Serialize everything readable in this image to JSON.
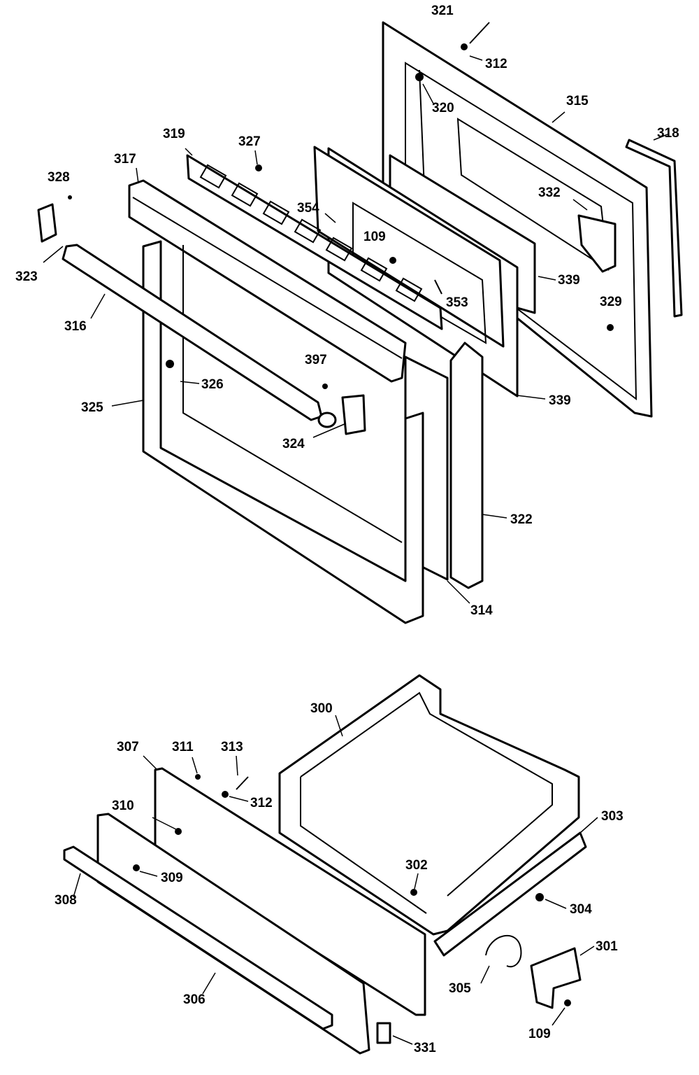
{
  "diagram": {
    "type": "exploded-parts-view",
    "groups": [
      {
        "name": "oven-door",
        "callouts": [
          "321",
          "312",
          "320",
          "315",
          "318",
          "319",
          "327",
          "317",
          "328",
          "354",
          "109",
          "332",
          "323",
          "316",
          "339",
          "329",
          "353",
          "326",
          "397",
          "325",
          "324",
          "339",
          "322",
          "314"
        ]
      },
      {
        "name": "storage-drawer",
        "callouts": [
          "300",
          "307",
          "311",
          "313",
          "312",
          "310",
          "303",
          "308",
          "309",
          "302",
          "304",
          "301",
          "305",
          "306",
          "109",
          "331"
        ]
      }
    ]
  },
  "labels": {
    "l321": "321",
    "l312a": "312",
    "l320": "320",
    "l315": "315",
    "l318": "318",
    "l319": "319",
    "l327": "327",
    "l317": "317",
    "l328": "328",
    "l354": "354",
    "l109a": "109",
    "l332": "332",
    "l323": "323",
    "l339a": "339",
    "l353": "353",
    "l329": "329",
    "l316": "316",
    "l326": "326",
    "l397": "397",
    "l339b": "339",
    "l325": "325",
    "l324": "324",
    "l322": "322",
    "l314": "314",
    "l300": "300",
    "l307": "307",
    "l311": "311",
    "l313": "313",
    "l312b": "312",
    "l310": "310",
    "l303": "303",
    "l308": "308",
    "l309": "309",
    "l302": "302",
    "l304": "304",
    "l301": "301",
    "l305": "305",
    "l306": "306",
    "l109b": "109",
    "l331": "331"
  }
}
